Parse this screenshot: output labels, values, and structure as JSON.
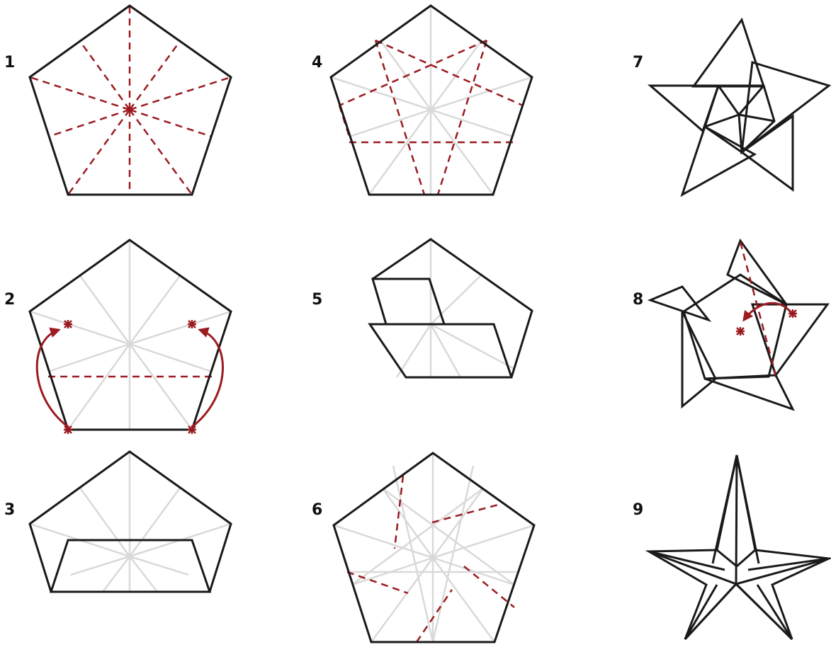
{
  "steps": [
    {
      "number": "1"
    },
    {
      "number": "2"
    },
    {
      "number": "3"
    },
    {
      "number": "4"
    },
    {
      "number": "5"
    },
    {
      "number": "6"
    },
    {
      "number": "7"
    },
    {
      "number": "8"
    },
    {
      "number": "9"
    }
  ],
  "colors": {
    "outline": "#1a1a1a",
    "guide_line": "#d9d9d9",
    "fold_line": "#9b1b21",
    "arrow": "#9b1b21"
  },
  "icons": {
    "fold_mark": "asterisk-mark-icon",
    "fold_arrow": "curved-arrow-icon"
  }
}
